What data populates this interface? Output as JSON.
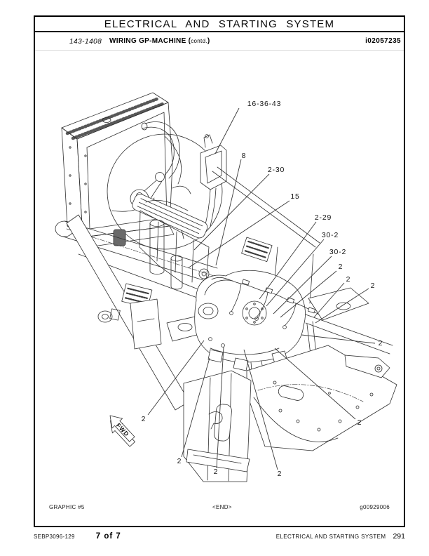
{
  "page": {
    "header": {
      "title": "ELECTRICAL AND STARTING SYSTEM"
    },
    "subheader": {
      "section_number": "143-1408",
      "section_title": "WIRING GP-MACHINE (",
      "section_title_contd": "contd.",
      "section_title_close": ")",
      "doc_id": "i02057235"
    }
  },
  "figure": {
    "fwd_label": "FWD",
    "caption": "GRAPHIC #5",
    "end_marker": "<END>",
    "graphic_id": "g00929006",
    "callouts": [
      {
        "label": "16-36-43"
      },
      {
        "label": "8"
      },
      {
        "label": "2-30"
      },
      {
        "label": "15"
      },
      {
        "label": "2-29"
      },
      {
        "label": "30-2"
      },
      {
        "label": "30-2"
      },
      {
        "label": "2"
      },
      {
        "label": "2"
      },
      {
        "label": "2"
      },
      {
        "label": "2"
      },
      {
        "label": "2"
      },
      {
        "label": "2"
      },
      {
        "label": "2"
      },
      {
        "label": "2"
      },
      {
        "label": "2"
      }
    ]
  },
  "footer": {
    "doc_code": "SEBP3096-129",
    "page_of": "7 of 7",
    "footer_title": "ELECTRICAL AND STARTING SYSTEM",
    "page_number": "291"
  },
  "colors": {
    "ink": "#000000",
    "paper": "#ffffff"
  }
}
